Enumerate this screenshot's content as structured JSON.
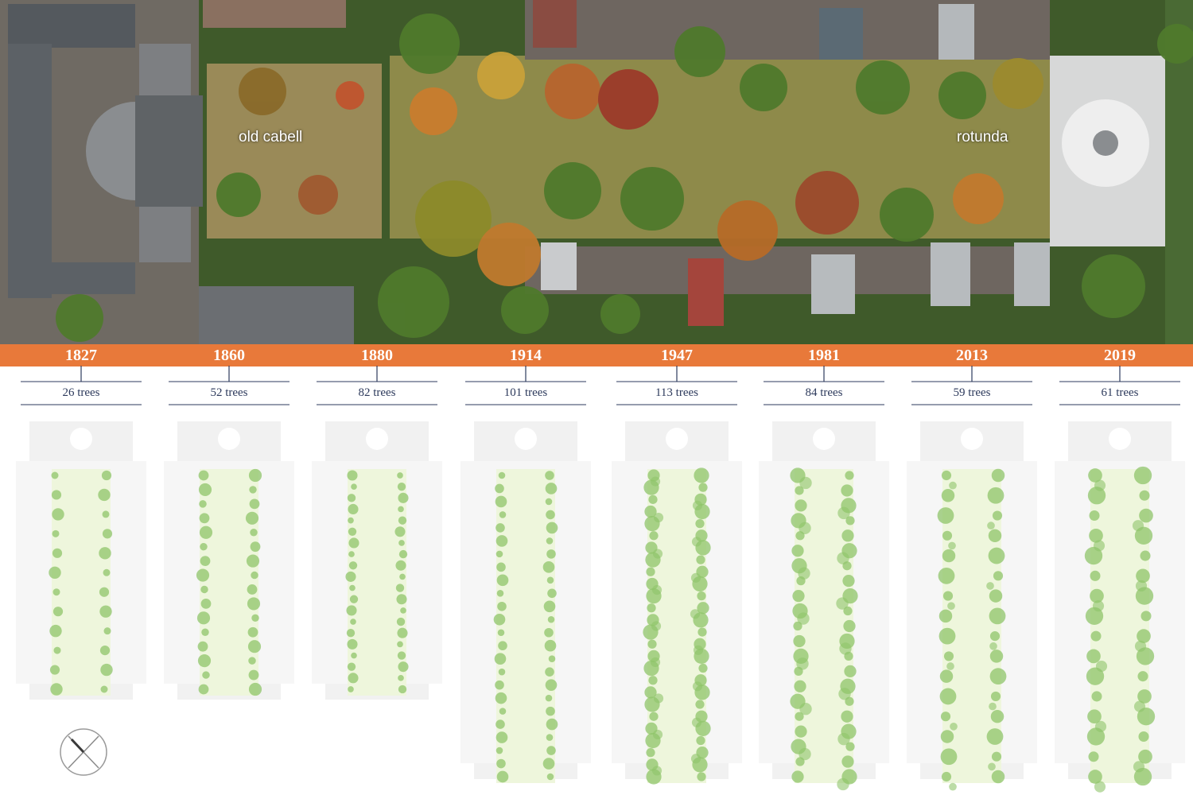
{
  "aerial": {
    "labels": {
      "left": "old cabell",
      "right": "rotunda"
    }
  },
  "timeline": [
    {
      "year": "1827",
      "count": "26 trees",
      "rows": 12,
      "size": 1.0,
      "long": false
    },
    {
      "year": "1860",
      "count": "52 trees",
      "rows": 16,
      "size": 1.05,
      "long": false
    },
    {
      "year": "1880",
      "count": "82 trees",
      "rows": 20,
      "size": 0.85,
      "long": false
    },
    {
      "year": "1914",
      "count": "101 trees",
      "rows": 24,
      "size": 0.95,
      "long": true
    },
    {
      "year": "1947",
      "count": "113 trees",
      "rows": 26,
      "size": 1.25,
      "long": true
    },
    {
      "year": "1981",
      "count": "84 trees",
      "rows": 21,
      "size": 1.25,
      "long": true
    },
    {
      "year": "2013",
      "count": "59 trees",
      "rows": 16,
      "size": 1.35,
      "long": true
    },
    {
      "year": "2019",
      "count": "61 trees",
      "rows": 16,
      "size": 1.45,
      "long": true
    }
  ],
  "colors": {
    "accent_band": "#e8793a",
    "navy": "#2d3a5c",
    "tree": "#8fc46a",
    "lawn": "#eef6dc",
    "building": "#f1f1f1"
  },
  "icons": {
    "compass": "north-arrow-icon"
  }
}
